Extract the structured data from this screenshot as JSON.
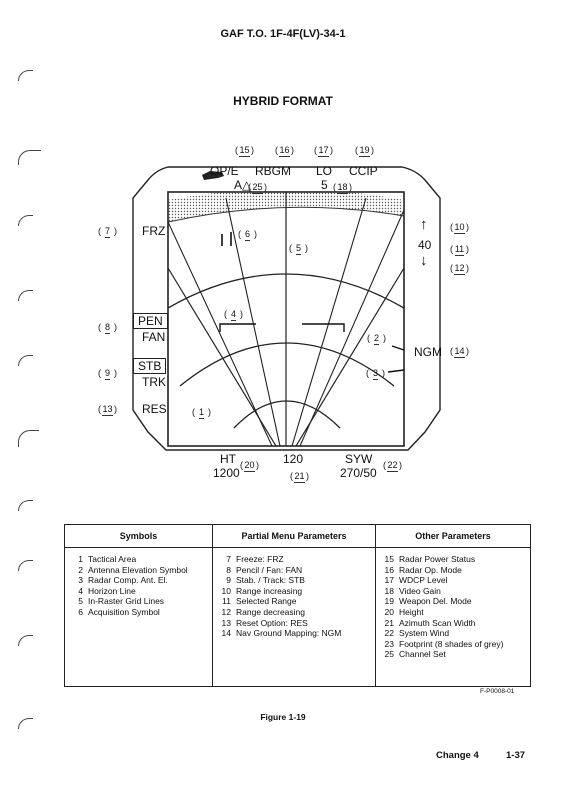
{
  "header": "GAF T.O. 1F-4F(LV)-34-1",
  "title": "HYBRID FORMAT",
  "display": {
    "top": {
      "op": "OP/E",
      "rbgm": "RBGM",
      "lo": "LO",
      "ccip": "CCIP",
      "a": "A△",
      "five": "5"
    },
    "left": {
      "frz": "FRZ",
      "pen": "PEN",
      "fan": "FAN",
      "stb": "STB",
      "trk": "TRK",
      "res": "RES"
    },
    "right": {
      "up": "↑",
      "range": "40",
      "down": "↓",
      "ngm": "NGM"
    },
    "bottom": {
      "ht": "HT",
      "ht_val": "1200",
      "azimuth": "120",
      "syw": "SYW",
      "syw_val": "270/50"
    }
  },
  "callouts": {
    "c1": "1",
    "c2": "2",
    "c3": "3",
    "c4": "4",
    "c5": "5",
    "c6": "6",
    "c7": "7",
    "c8": "8",
    "c9": "9",
    "c10": "10",
    "c11": "11",
    "c12": "12",
    "c13": "13",
    "c14": "14",
    "c15": "15",
    "c16": "16",
    "c17": "17",
    "c18": "18",
    "c19": "19",
    "c20": "20",
    "c21": "21",
    "c22": "22",
    "c25": "25"
  },
  "table": {
    "headers": [
      "Symbols",
      "Partial Menu Parameters",
      "Other Parameters"
    ],
    "symbols": [
      {
        "n": "1",
        "t": "Tactical Area"
      },
      {
        "n": "2",
        "t": "Antenna Elevation Symbol"
      },
      {
        "n": "3",
        "t": "Radar Comp. Ant. El."
      },
      {
        "n": "4",
        "t": "Horizon Line"
      },
      {
        "n": "5",
        "t": "In-Raster Grid Lines"
      },
      {
        "n": "6",
        "t": "Acquisition Symbol"
      }
    ],
    "menu": [
      {
        "n": "7",
        "t": "Freeze: FRZ"
      },
      {
        "n": "8",
        "t": "Pencil / Fan: FAN"
      },
      {
        "n": "9",
        "t": "Stab. / Track: STB"
      },
      {
        "n": "10",
        "t": "Range increasing"
      },
      {
        "n": "11",
        "t": "Selected Range"
      },
      {
        "n": "12",
        "t": "Range decreasing"
      },
      {
        "n": "13",
        "t": "Reset Option: RES"
      },
      {
        "n": "14",
        "t": "Nav Ground Mapping: NGM"
      }
    ],
    "other": [
      {
        "n": "15",
        "t": "Radar Power Status"
      },
      {
        "n": "16",
        "t": "Radar Op. Mode"
      },
      {
        "n": "17",
        "t": "WDCP Level"
      },
      {
        "n": "18",
        "t": "Video Gain"
      },
      {
        "n": "19",
        "t": "Weapon Del. Mode"
      },
      {
        "n": "20",
        "t": "Height"
      },
      {
        "n": "21",
        "t": "Azimuth Scan Width"
      },
      {
        "n": "22",
        "t": "System Wind"
      },
      {
        "n": "23",
        "t": "Footprint (8 shades of grey)"
      },
      {
        "n": "25",
        "t": "Channel Set"
      }
    ]
  },
  "figure_id": "F-P0008-01",
  "figure_caption": "Figure 1-19",
  "change": "Change 4",
  "page_number": "1-37"
}
